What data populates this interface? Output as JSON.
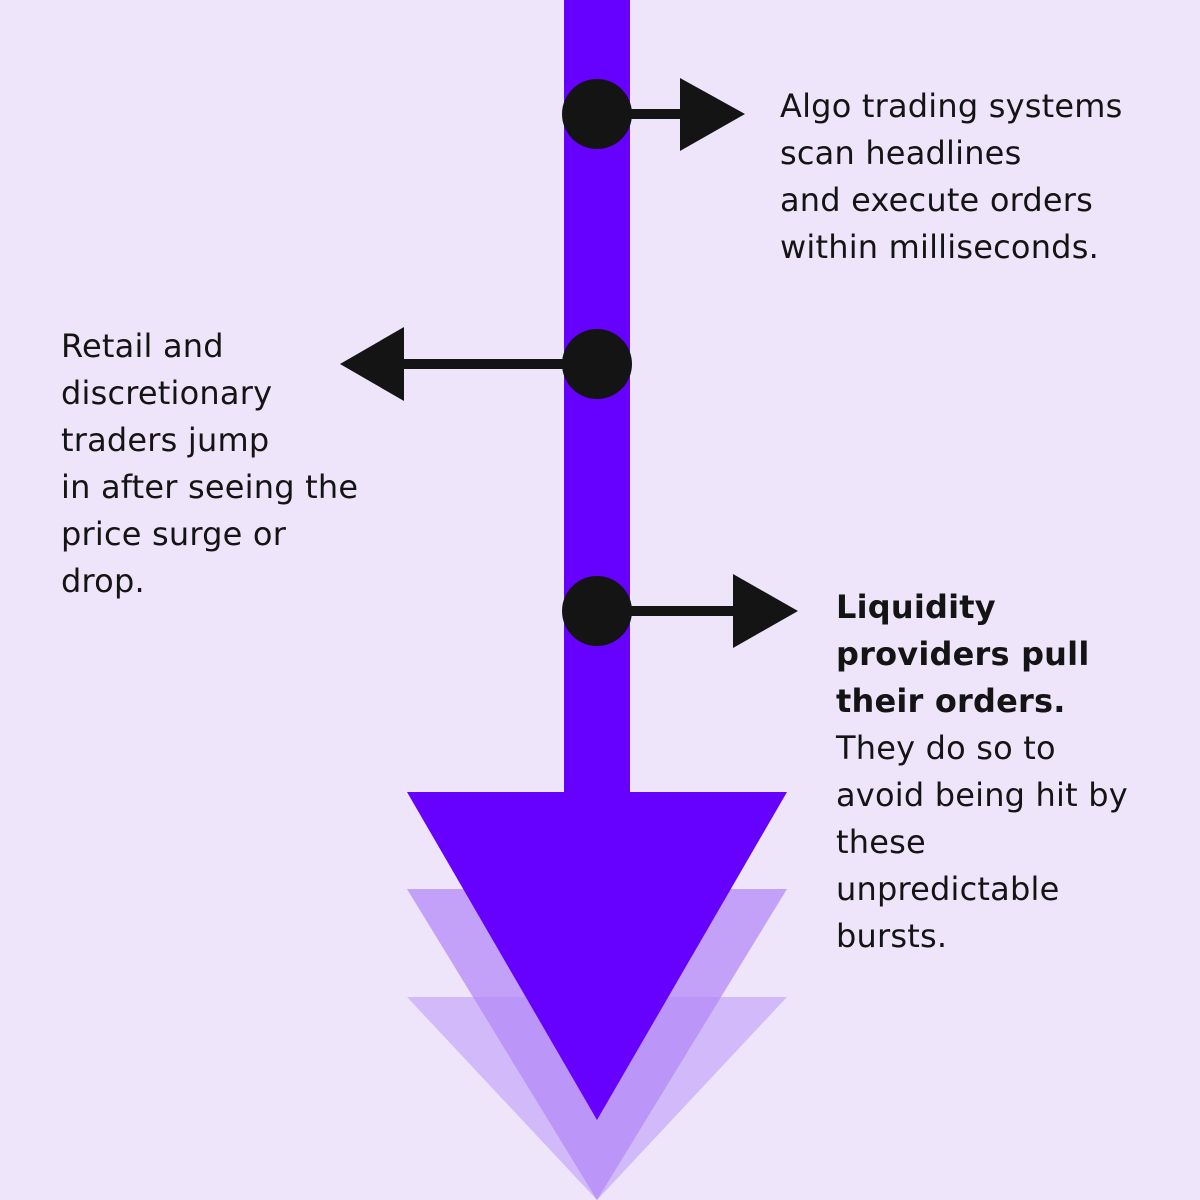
{
  "colors": {
    "background": "#eee5fb",
    "accent": "#6600ff",
    "accent_mid": "#b48af7",
    "accent_light": "#d2b9f9",
    "ink": "#141414"
  },
  "icons": {
    "timeline_head": "down-arrow-icon",
    "marker": "dot-icon",
    "pointer": "arrowhead-icon"
  },
  "annotations": [
    {
      "id": "algo",
      "side": "right",
      "bold_lines": [],
      "lines": [
        "Algo trading systems",
        "scan headlines",
        "and execute orders",
        "within milliseconds."
      ]
    },
    {
      "id": "retail",
      "side": "left",
      "bold_lines": [],
      "lines": [
        "Retail and",
        "discretionary",
        "traders jump",
        "in after seeing the",
        "price surge or",
        "drop."
      ]
    },
    {
      "id": "liquidity",
      "side": "right",
      "bold_lines": [
        "Liquidity",
        "providers pull",
        "their orders."
      ],
      "lines": [
        "They do so to",
        "avoid being hit by",
        "these",
        "unpredictable",
        "bursts."
      ]
    }
  ]
}
